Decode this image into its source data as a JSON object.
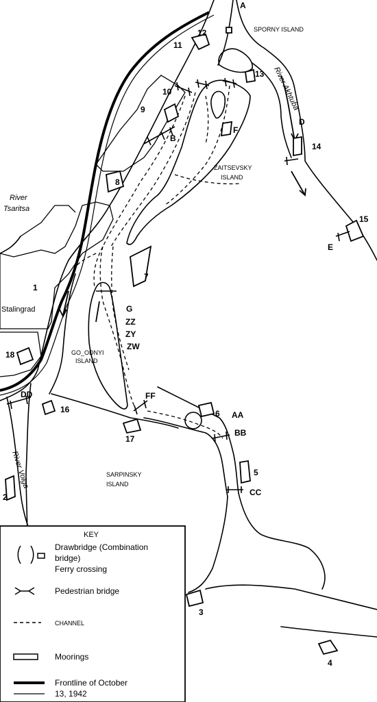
{
  "labels": {
    "sporny_island": "SPORNY ISLAND",
    "zaitsevsky_1": "ZAITSEVSKY",
    "zaitsevsky_2": "ISLAND",
    "river_akhtuba": "River Akhtuba",
    "river_tsaritsa_1": "River",
    "river_tsaritsa_2": "Tsaritsa",
    "stalingrad": "Stalingrad",
    "golodnyi_1": "GO_ODNYI",
    "golodnyi_2": "ISLAND",
    "sarpinsky_1": "SARPINSKY",
    "sarpinsky_2": "ISLAND",
    "river_volga": "River Volga"
  },
  "letters": {
    "A": "A",
    "B": "B",
    "D": "D",
    "E": "E",
    "F": "F",
    "G": "G",
    "ZZ": "ZZ",
    "ZY": "ZY",
    "ZW": "ZW",
    "DD": "DD",
    "FF": "FF",
    "AA": "AA",
    "BB": "BB",
    "CC": "CC"
  },
  "numbers": {
    "n1": "1",
    "n2": "2",
    "n3": "3",
    "n4": "4",
    "n5": "5",
    "n6": "6",
    "n7": "7",
    "n8": "8",
    "n9": "9",
    "n10": "10",
    "n11": "11",
    "n12": "12",
    "n13": "13",
    "n14": "14",
    "n15": "15",
    "n16": "16",
    "n17": "17",
    "n18": "18"
  },
  "key": {
    "title": "KEY",
    "drawbridge_1": "Drawbridge (Combination",
    "drawbridge_2": "bridge)",
    "ferry": "Ferry crossing",
    "pedestrian": "Pedestrian bridge",
    "channel": "CHANNEL",
    "moorings": "Moorings",
    "frontline_1": "Frontline of October",
    "frontline_2": "13, 1942"
  }
}
